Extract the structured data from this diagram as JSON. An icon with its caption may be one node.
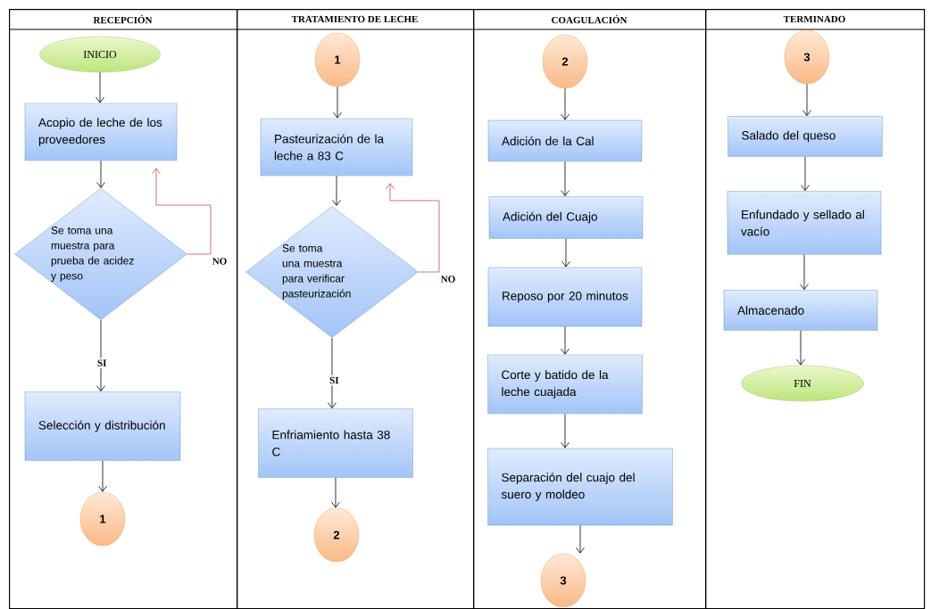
{
  "diagram": {
    "nodes": [
      {
        "text": [
          "RECEPCIÓN"
        ]
      },
      {
        "text": [
          "INICIO"
        ],
        "in": 0
      },
      {
        "text": [
          "Acopio de leche de los proveedores"
        ],
        "in": 0
      },
      {
        "text": [
          "Se toma una muestra para prueba de acidez y peso"
        ],
        "in": 0
      },
      {
        "text": [
          "Selección y distribución"
        ],
        "in": 0
      },
      {
        "text": [
          "1"
        ],
        "in": 0
      },
      {
        "text": [
          "TRATAMIENTO DE LECHE"
        ]
      },
      {
        "text": [
          "1"
        ],
        "in": 6
      },
      {
        "text": [
          "Pasteurización de la leche a 83 C"
        ],
        "in": 6
      },
      {
        "text": [
          "Se toma una muestra para verificar pasteurización"
        ],
        "in": 6
      },
      {
        "text": [
          "Enfriamiento hasta 38 C"
        ],
        "in": 6
      },
      {
        "text": [
          "2"
        ],
        "in": 6
      },
      {
        "text": [
          "COAGULACIÓN"
        ]
      },
      {
        "text": [
          "2"
        ],
        "in": 12
      },
      {
        "text": [
          "Adición de la Cal"
        ],
        "in": 12
      },
      {
        "text": [
          "Adición del Cuajo"
        ],
        "in": 12
      },
      {
        "text": [
          "Reposo por 20 minutos"
        ],
        "in": 12
      },
      {
        "text": [
          "Corte y batido de la leche cuajada"
        ],
        "in": 12
      },
      {
        "text": [
          "Separación del cuajo del suero y moldeo"
        ],
        "in": 12
      },
      {
        "text": [
          "3"
        ],
        "in": 12
      },
      {
        "text": [
          "TERMINADO"
        ]
      },
      {
        "text": [
          "3"
        ],
        "in": 20
      },
      {
        "text": [
          "Salado del queso"
        ],
        "in": 20
      },
      {
        "text": [
          "Enfundado y sellado al vacío"
        ],
        "in": 20
      },
      {
        "text": [
          "Almacenado"
        ],
        "in": 20
      },
      {
        "text": [
          "FIN"
        ],
        "in": 20
      }
    ],
    "edges": [
      {
        "from": 1,
        "to": 2,
        "arrow": "to"
      },
      {
        "from": 2,
        "to": 3,
        "arrow": "to"
      },
      {
        "from": 3,
        "to": 4,
        "arrow": "to",
        "label": "SI"
      },
      {
        "from": 3,
        "to": 2,
        "arrow": "to",
        "label": "NO",
        "color": "#c0504d"
      },
      {
        "from": 4,
        "to": 5,
        "arrow": "to"
      },
      {
        "from": 7,
        "to": 8,
        "arrow": "to"
      },
      {
        "from": 8,
        "to": 9,
        "arrow": "to"
      },
      {
        "from": 9,
        "to": 10,
        "arrow": "to",
        "label": "SI"
      },
      {
        "from": 9,
        "to": 8,
        "arrow": "to",
        "label": "NO",
        "color": "#c0504d"
      },
      {
        "from": 10,
        "to": 11,
        "arrow": "to"
      },
      {
        "from": 13,
        "to": 14,
        "arrow": "to"
      },
      {
        "from": 14,
        "to": 15,
        "arrow": "to"
      },
      {
        "from": 15,
        "to": 16,
        "arrow": "to"
      },
      {
        "from": 16,
        "to": 17,
        "arrow": "to"
      },
      {
        "from": 17,
        "to": 18,
        "arrow": "to"
      },
      {
        "from": 18,
        "to": 19,
        "arrow": "to"
      },
      {
        "from": 21,
        "to": 22,
        "arrow": "to"
      },
      {
        "from": 22,
        "to": 23,
        "arrow": "to"
      },
      {
        "from": 23,
        "to": 24,
        "arrow": "to"
      },
      {
        "from": 24,
        "to": 25,
        "arrow": "to"
      }
    ]
  }
}
